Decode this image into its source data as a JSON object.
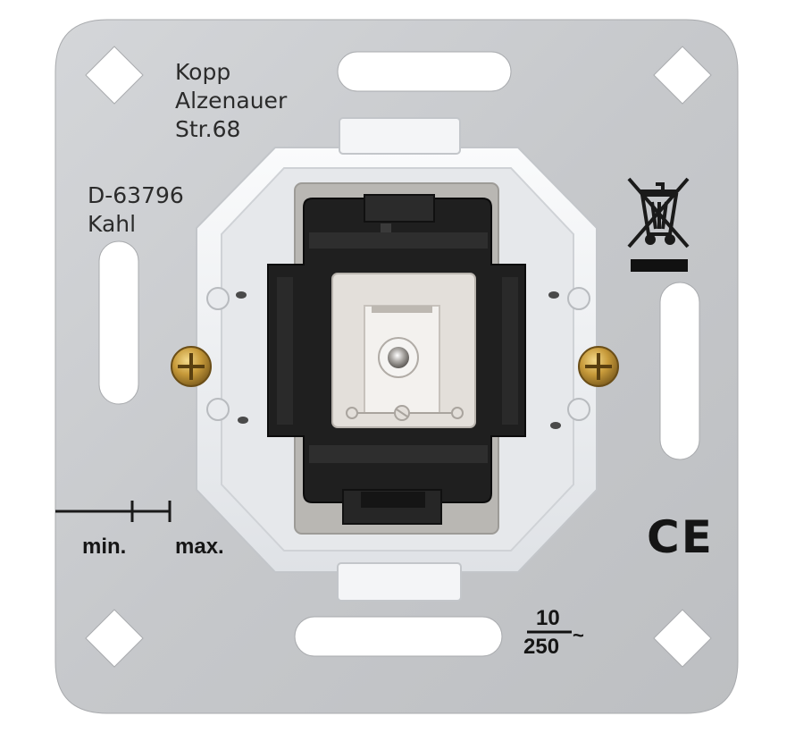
{
  "manufacturer": {
    "company": "Kopp",
    "street_line1": "Alzenauer",
    "street_line2": "Str.68",
    "postcode": "D-63796",
    "city": "Kahl"
  },
  "wire_strip_gauge": {
    "min_label": "min.",
    "max_label": "max."
  },
  "rating": {
    "current": "10",
    "voltage": "250",
    "ac_symbol": "~"
  },
  "ce_mark": "CE",
  "weee_icon": "crossed-out-wheelie-bin-icon",
  "colors": {
    "plate": "#c9cbce",
    "frame": "#eef0f2",
    "housing": "#1f1f1f",
    "insert": "#e3dfda",
    "screw": "#c49a3c"
  }
}
